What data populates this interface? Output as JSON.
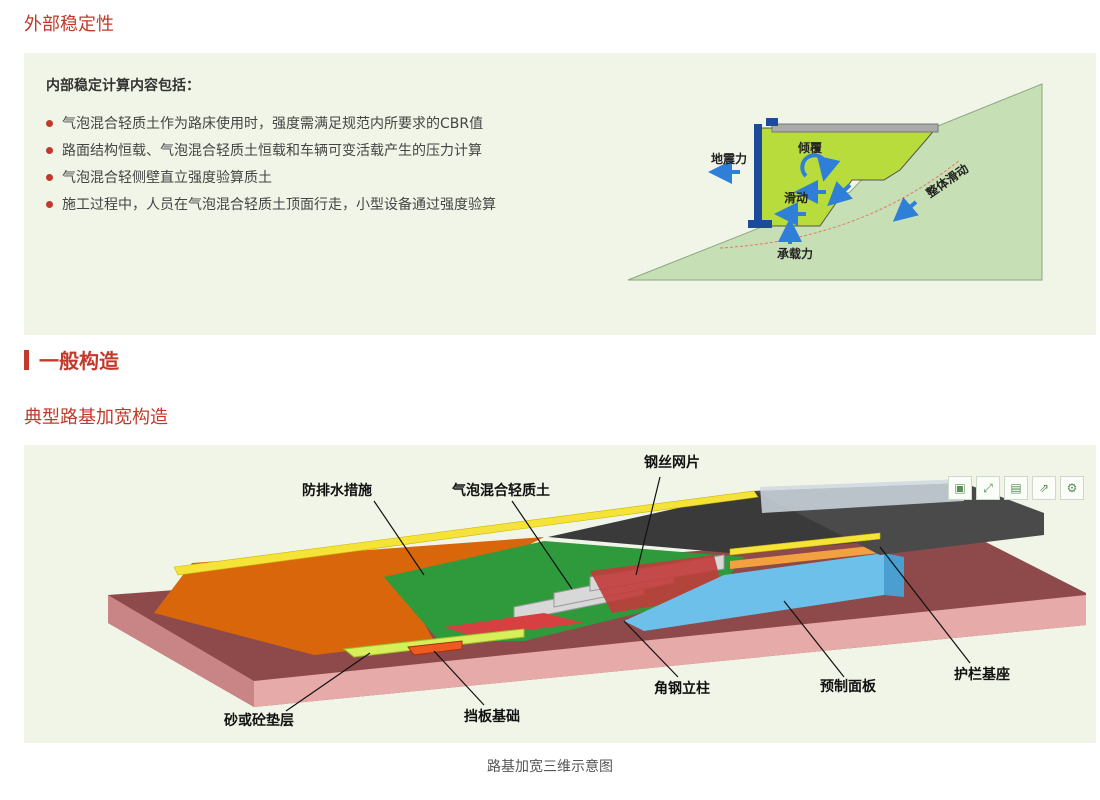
{
  "section1_title": "外部稳定性",
  "panel": {
    "heading": "内部稳定计算内容包括：",
    "items": [
      "气泡混合轻质土作为路床使用时，强度需满足规范内所要求的CBR值",
      "路面结构恒载、气泡混合轻质土恒载和车辆可变活载产生的压力计算",
      "气泡混合轻侧壁直立强度验算质土",
      "施工过程中，人员在气泡混合轻质土顶面行走，小型设备通过强度验算"
    ]
  },
  "stability_diagram": {
    "labels": {
      "earthquake": "地震力",
      "overturn": "倾覆",
      "slide": "滑动",
      "bearing": "承载力",
      "overall_slide": "整体滑动"
    }
  },
  "section2_title": "一般构造",
  "section3_title": "典型路基加宽构造",
  "figure": {
    "labels": {
      "drainage": "防排水措施",
      "foam_soil": "气泡混合轻质土",
      "steel_mesh": "钢丝网片",
      "angle_column": "角钢立柱",
      "precast_panel": "预制面板",
      "guardrail_base": "护栏基座",
      "cushion": "砂或砼垫层",
      "baffle_foundation": "挡板基础"
    },
    "caption": "路基加宽三维示意图"
  },
  "toolbar_icons": [
    "fit-icon",
    "fullscreen-icon",
    "save-image-icon",
    "share-icon",
    "settings-icon"
  ],
  "colors": {
    "accent": "#c0392b",
    "panel_bg": "#f1f5e8",
    "foam_soil": "#b7dc3c",
    "slope": "#c7dfb5"
  }
}
